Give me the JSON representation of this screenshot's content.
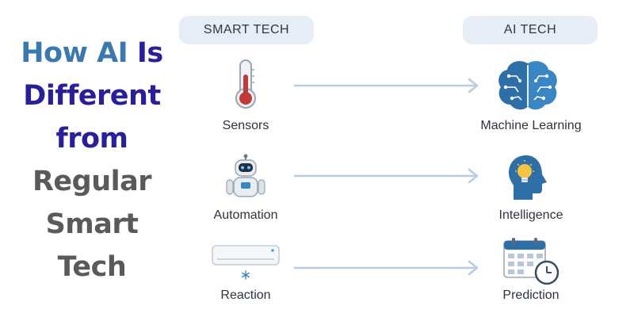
{
  "headline": {
    "line1_part1": "How AI",
    "line1_part2": "Is",
    "line2": "Different",
    "line3": "from",
    "line4": "Regular",
    "line5": "Smart",
    "line6": "Tech"
  },
  "columns": {
    "left_header": "SMART TECH",
    "right_header": "AI TECH"
  },
  "rows": [
    {
      "left_label": "Sensors",
      "left_icon": "thermometer-icon",
      "right_label": "Machine Learning",
      "right_icon": "brain-circuit-icon"
    },
    {
      "left_label": "Automation",
      "left_icon": "robot-icon",
      "right_label": "Intelligence",
      "right_icon": "head-lightbulb-icon"
    },
    {
      "left_label": "Reaction",
      "left_icon": "air-conditioner-icon",
      "right_label": "Prediction",
      "right_icon": "calendar-clock-icon"
    }
  ],
  "colors": {
    "blue": "#3b78b0",
    "navy": "#2a1f9b",
    "gray": "#5a5a5a",
    "pill_bg": "#e6edf7",
    "arrow": "#b9cbe0"
  }
}
